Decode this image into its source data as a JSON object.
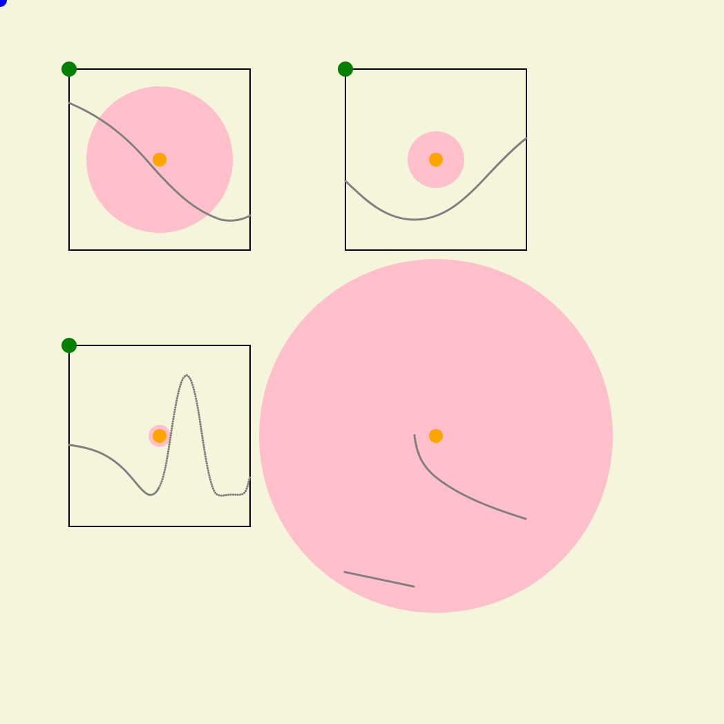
{
  "colors": {
    "background": "#f5f5dc",
    "disk": "#ffc0cb",
    "center": "#ffa500",
    "anchor": "#008000",
    "origin": "#0000ff",
    "curve": "#808080",
    "frame": "#000000"
  },
  "panels": [
    {
      "id": "panel-1",
      "curve_style": "solid",
      "disk_size": "large"
    },
    {
      "id": "panel-2",
      "curve_style": "solid",
      "disk_size": "small"
    },
    {
      "id": "panel-3",
      "curve_style": "dotted",
      "disk_size": "tiny"
    },
    {
      "id": "panel-4",
      "curve_style": "solid",
      "disk_size": "huge",
      "frame": false
    }
  ]
}
